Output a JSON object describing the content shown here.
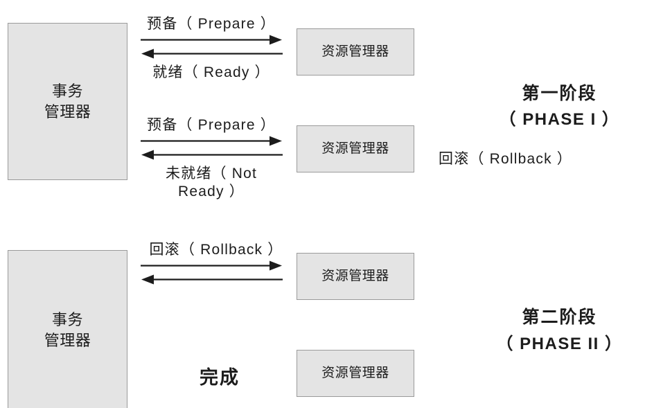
{
  "diagram": {
    "title_semantic": "two-phase-commit-sequence",
    "background_color": "#ffffff",
    "node_fill": "#e4e4e4",
    "node_border": "#9a9a9a",
    "text_color": "#1c1c1c",
    "arrow_color": "#1c1c1c"
  },
  "nodes": {
    "transaction_manager_phase1": "事务\n管理器",
    "transaction_manager_phase2": "事务\n管理器",
    "resource_manager_1": "资源管理器",
    "resource_manager_2": "资源管理器",
    "resource_manager_3": "资源管理器",
    "resource_manager_4": "资源管理器"
  },
  "messages": {
    "prepare_1": "预备（ Prepare ）",
    "ready_1": "就绪（ Ready ）",
    "prepare_2": "预备（ Prepare ）",
    "not_ready_2": "未就绪（ Not\nReady ）",
    "rollback_3": "回滚（ Rollback ）"
  },
  "annotations": {
    "rollback_note": "回滚（ Rollback ）",
    "done": "完成"
  },
  "phases": [
    {
      "title": "第一阶段",
      "subtitle": "（ PHASE I ）"
    },
    {
      "title": "第二阶段",
      "subtitle": "（ PHASE II ）"
    }
  ]
}
